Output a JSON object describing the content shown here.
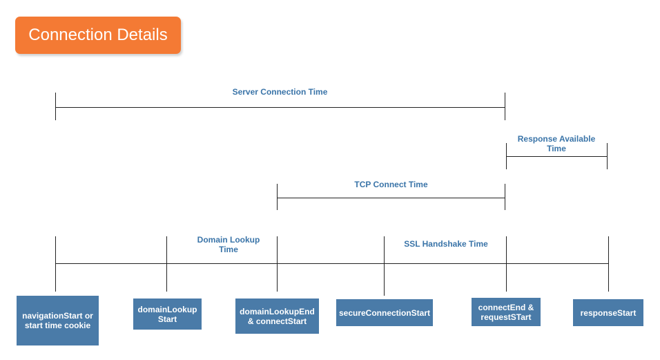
{
  "title": "Connection Details",
  "spans": {
    "server_connection": "Server Connection Time",
    "response_available": "Response Available\nTime",
    "tcp_connect": "TCP Connect Time",
    "domain_lookup": "Domain Lookup\nTime",
    "ssl_handshake": "SSL Handshake Time"
  },
  "events": {
    "navigation_start": "navigationStart or\nstart time cookie",
    "domain_lookup_start": "domainLookup\nStart",
    "domain_lookup_end": "domainLookupEnd\n& connectStart",
    "secure_connection_start": "secureConnectionStart",
    "connect_end": "connectEnd &\nrequestSTart",
    "response_start": "responseStart"
  },
  "colors": {
    "title_badge": "#f47a34",
    "label_text": "#3a74a8",
    "event_box": "#4a7ba8"
  }
}
